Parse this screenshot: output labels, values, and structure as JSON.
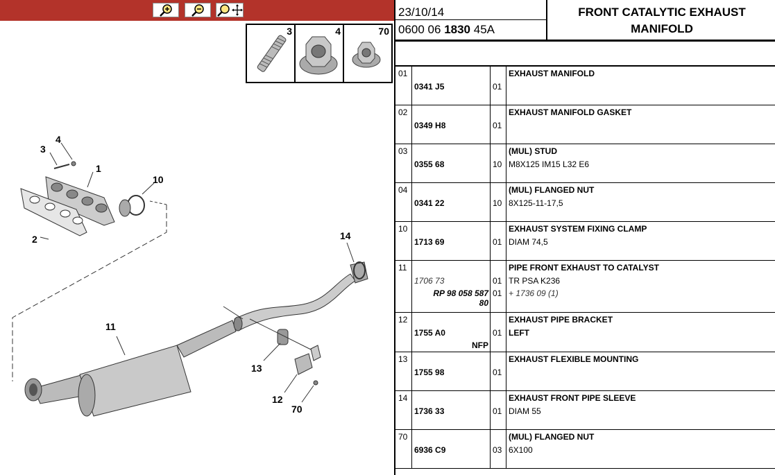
{
  "toolbar": {
    "zoom_in": "zoom-in",
    "zoom_out": "zoom-out",
    "zoom_pan": "zoom-pan"
  },
  "thumbnails": [
    {
      "num": "3"
    },
    {
      "num": "4"
    },
    {
      "num": "70"
    }
  ],
  "callouts": [
    "1",
    "2",
    "3",
    "4",
    "10",
    "11",
    "12",
    "13",
    "14",
    "70"
  ],
  "header": {
    "date": "23/10/14",
    "code_pre": "0600 06 ",
    "code_bold": "1830",
    "code_post": " 45A",
    "title_line1": "FRONT CATALYTIC EXHAUST",
    "title_line2": "MANIFOLD"
  },
  "parts": [
    {
      "item": "01",
      "ref": "0341 J5",
      "qty": "01",
      "desc": "EXHAUST MANIFOLD",
      "detail": ""
    },
    {
      "item": "02",
      "ref": "0349 H8",
      "qty": "01",
      "desc": "EXHAUST MANIFOLD GASKET",
      "detail": ""
    },
    {
      "item": "03",
      "ref": "0355 68",
      "qty": "10",
      "desc": "(MUL) STUD",
      "detail": "M8X125 IM15 L32 E6"
    },
    {
      "item": "04",
      "ref": "0341 22",
      "qty": "10",
      "desc": "(MUL) FLANGED NUT",
      "detail": "8X125-11-17,5"
    },
    {
      "item": "10",
      "ref": "1713 69",
      "qty": "01",
      "desc": "EXHAUST SYSTEM FIXING CLAMP",
      "detail": "DIAM 74,5"
    },
    {
      "item": "11",
      "ref": "1706 73",
      "ref2a": "RP 98 058 587",
      "ref2b": "80",
      "qty": "01",
      "qty2": "01",
      "desc": "PIPE FRONT EXHAUST TO CATALYST",
      "detail": "TR PSA K236",
      "detail2": "+ 1736 09 (1)"
    },
    {
      "item": "12",
      "ref": "1755 A0",
      "nfp": "NFP",
      "qty": "01",
      "desc": "EXHAUST PIPE BRACKET",
      "detail": "LEFT"
    },
    {
      "item": "13",
      "ref": "1755 98",
      "qty": "01",
      "desc": "EXHAUST FLEXIBLE MOUNTING",
      "detail": ""
    },
    {
      "item": "14",
      "ref": "1736 33",
      "qty": "01",
      "desc": "EXHAUST FRONT PIPE SLEEVE",
      "detail": "DIAM 55"
    },
    {
      "item": "70",
      "ref": "6936 C9",
      "qty": "03",
      "desc": "(MUL) FLANGED NUT",
      "detail": "6X100"
    }
  ]
}
